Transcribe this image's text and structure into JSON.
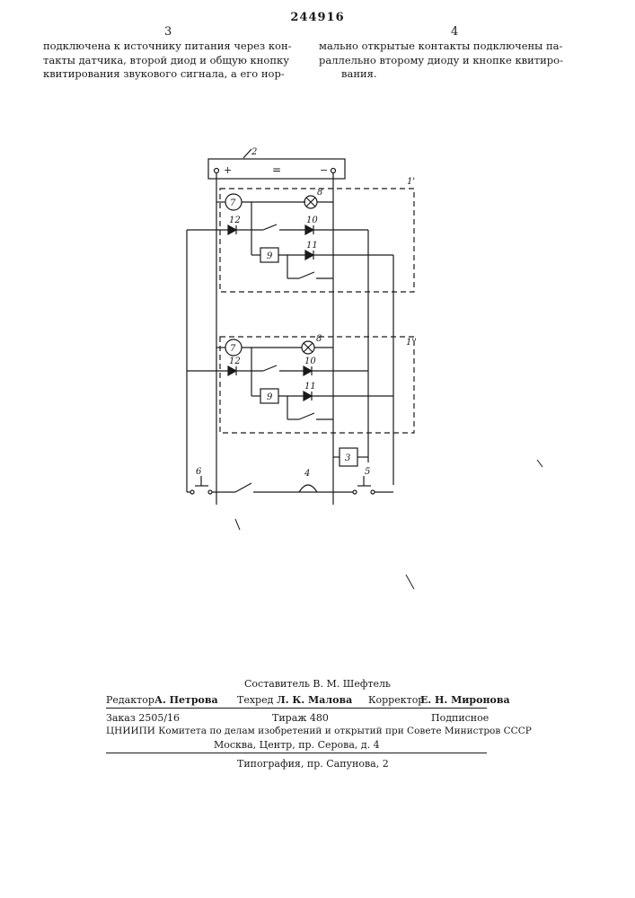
{
  "header": {
    "patent_number": "244916",
    "left_column_number": "3",
    "right_column_number": "4"
  },
  "text": {
    "left_lines": [
      "подключена к источнику питания через кон-",
      "такты датчика, второй диод и общую кнопку",
      "квитирования звукового сигнала, а его нор-"
    ],
    "right_lines": [
      "мально открытые контакты подключены па-",
      "раллельно второму диоду и кнопке квитиро-",
      "вания."
    ]
  },
  "diagram": {
    "labels": {
      "source": "2",
      "plus": "+",
      "equals": "=",
      "minus": "−",
      "block_top": "1'",
      "block_bottom": "1''",
      "sensor": "7",
      "lamp": "8",
      "relay": "9",
      "diode_main": "10",
      "diode_secondary": "11",
      "diode_input": "12",
      "unit_3": "3",
      "bell": "4",
      "button_5": "5",
      "button_6": "6"
    }
  },
  "footer": {
    "compiler": "Составитель В. М. Шефтель",
    "editor_label": "Редактор",
    "editor_name": "А. Петрова",
    "techred_label": "Техред",
    "techred_name": "Л. К. Малова",
    "corrector_label": "Корректор",
    "corrector_name": "Е. Н. Миронова",
    "order": "Заказ 2505/16",
    "print_run": "Тираж 480",
    "subscription": "Подписное",
    "institute": "ЦНИИПИ Комитета по делам изобретений и открытий при Совете Министров СССР",
    "address": "Москва, Центр, пр. Серова, д. 4",
    "typography": "Типография, пр. Сапунова, 2"
  }
}
